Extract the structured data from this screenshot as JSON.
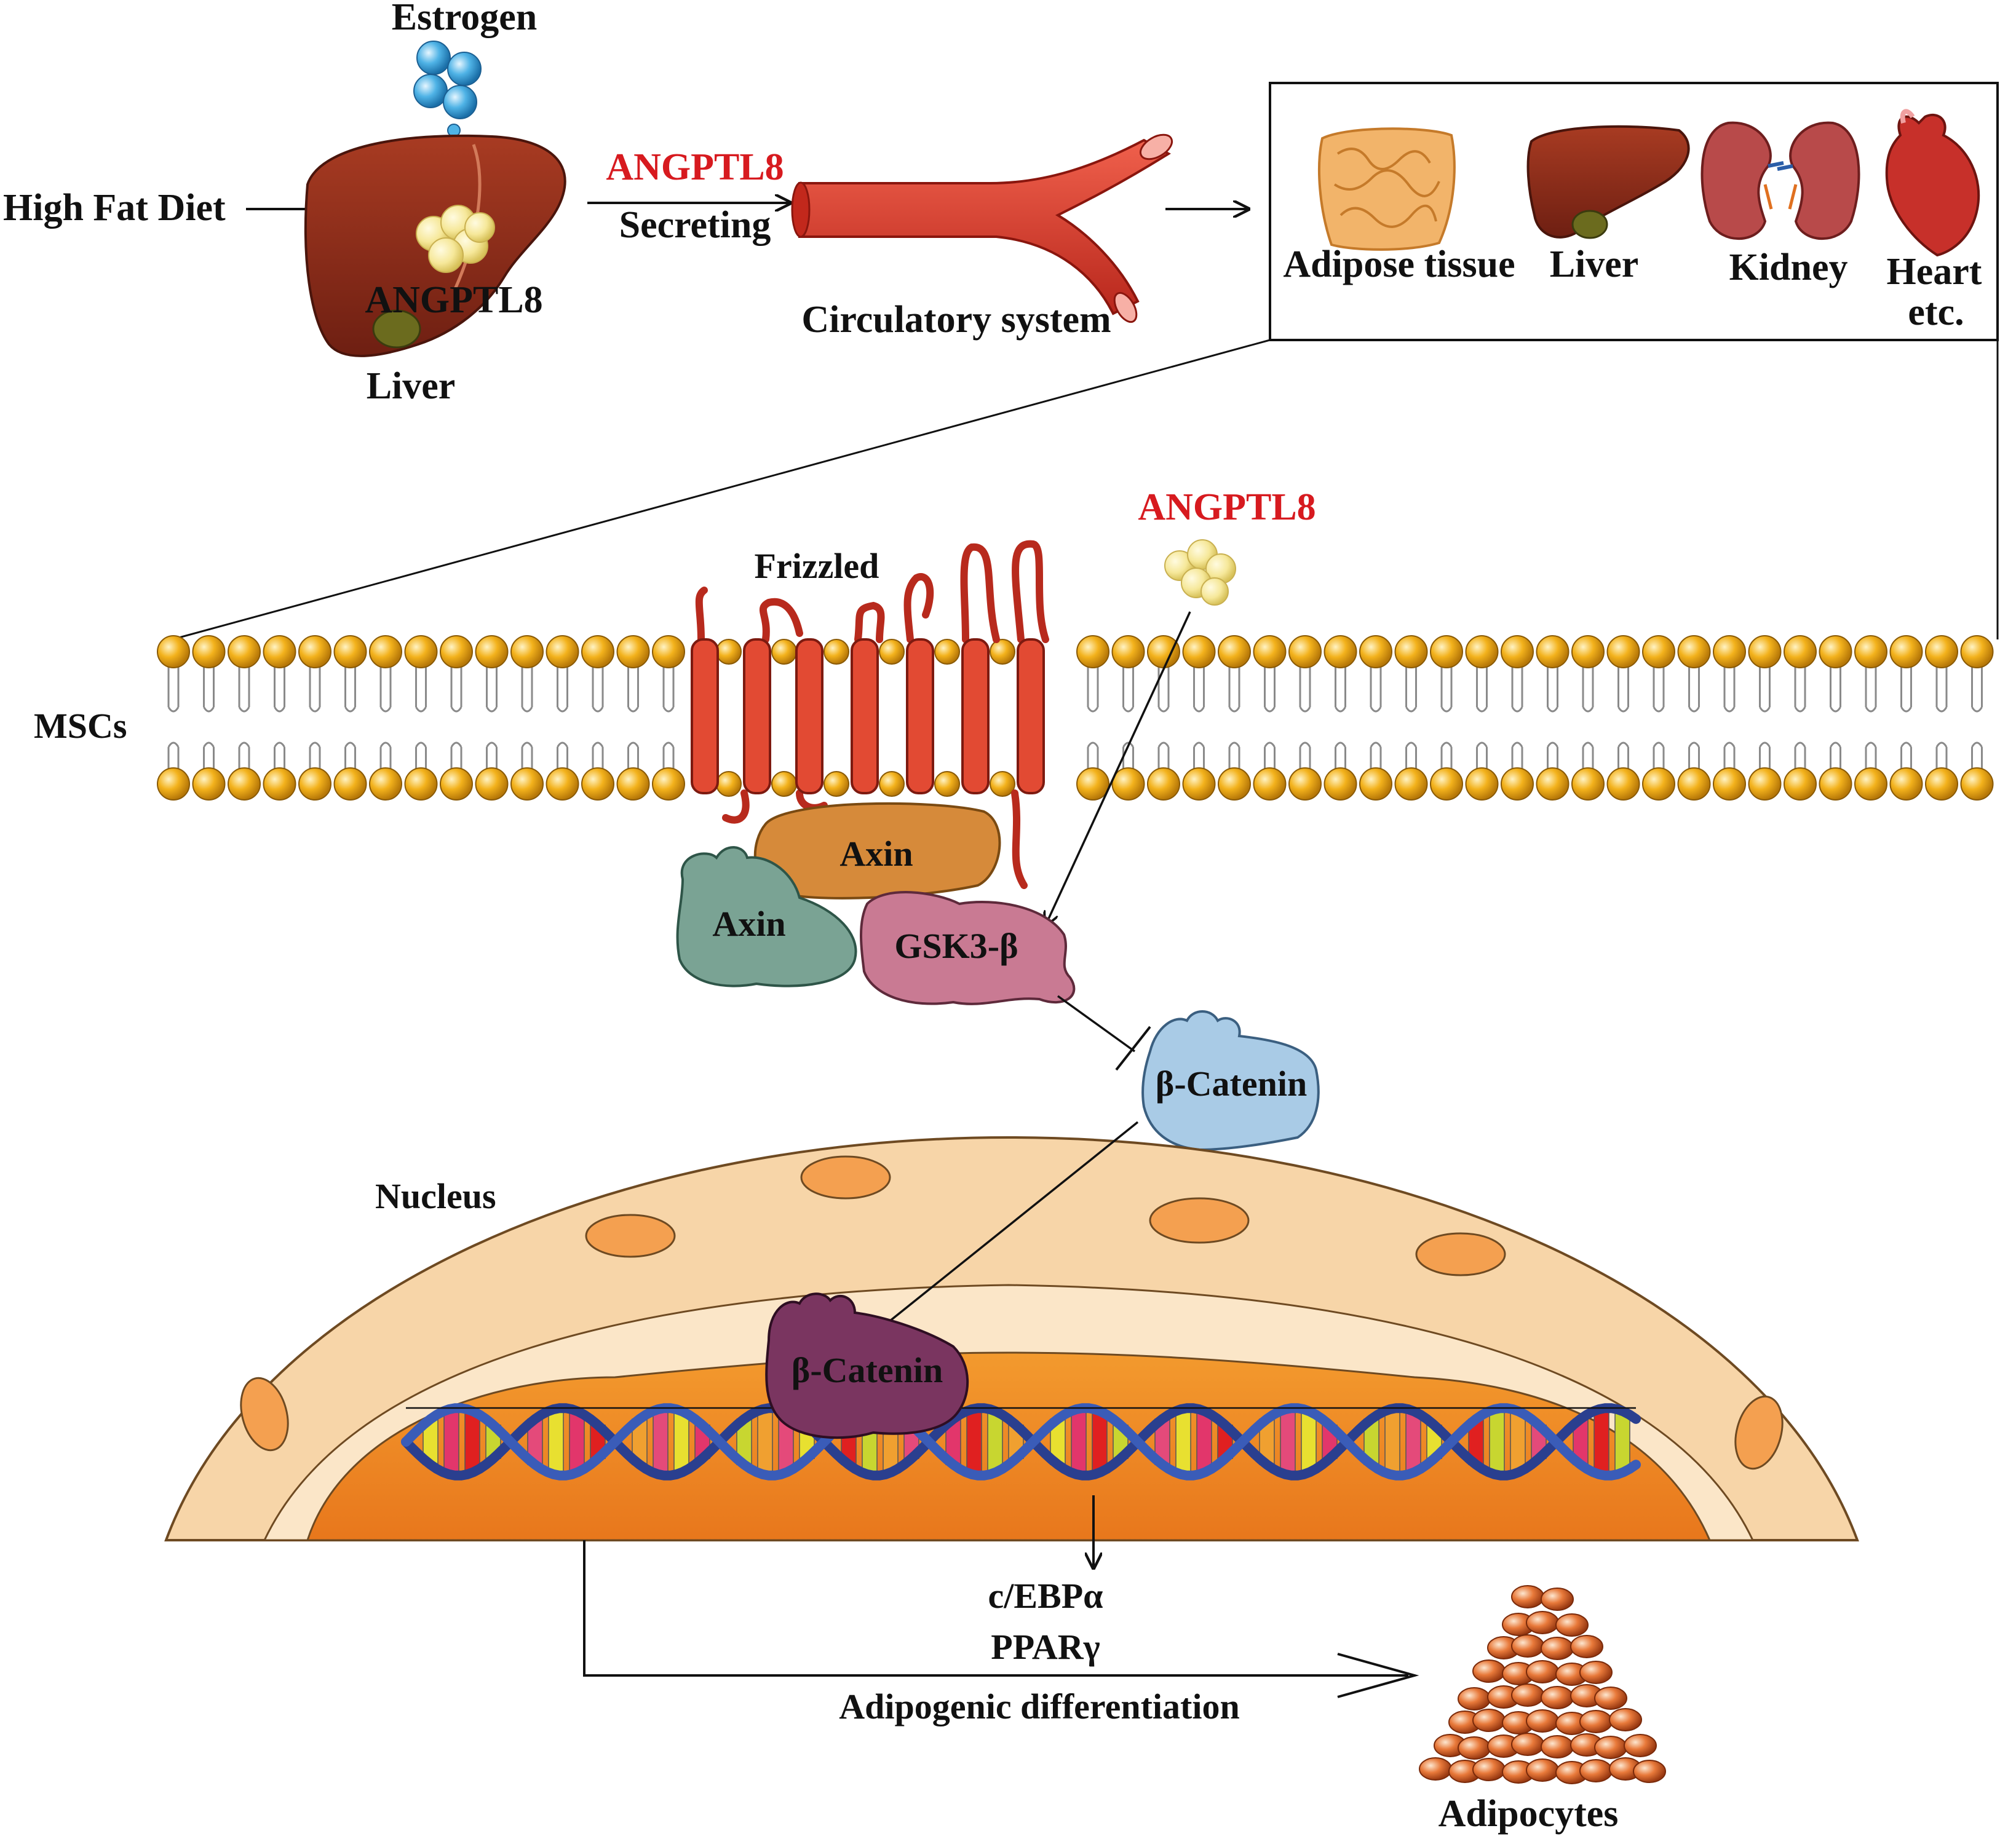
{
  "labels": {
    "estrogen": "Estrogen",
    "high_fat_diet": "High Fat Diet",
    "liver_angptl8": "ANGPTL8",
    "liver": "Liver",
    "angptl8_secreted": "ANGPTL8",
    "secreting": "Secreting",
    "circulatory_system": "Circulatory system",
    "organs": [
      "Adipose tissue",
      "Liver",
      "Kidney",
      "Heart",
      "etc."
    ],
    "angptl8_membrane": "ANGPTL8",
    "frizzled": "Frizzled",
    "mscs": "MSCs",
    "axin_top": "Axin",
    "axin_bottom": "Axin",
    "gsk3b": "GSK3-β",
    "bcatenin_cytoplasm": "β-Catenin",
    "nucleus": "Nucleus",
    "bcatenin_nucleus": "β-Catenin",
    "cebpa": "c/EBPα",
    "pparg": "PPARγ",
    "adipogenic": "Adipogenic differentiation",
    "adipocytes": "Adipocytes"
  },
  "colors": {
    "accent_red": "#d71a1f",
    "liver": "#8c2a1a",
    "lipid_head": "#e8a317",
    "frizzled": "#d9402b",
    "axin_orange": "#d68a3a",
    "axin_green": "#7aa394",
    "gsk3b": "#c97a93",
    "bcatenin_blue": "#a9cbe6",
    "bcatenin_purple": "#7a3560",
    "nucleus_outer": "#f7d5a8",
    "nucleus_inner": "#ef8a22"
  }
}
